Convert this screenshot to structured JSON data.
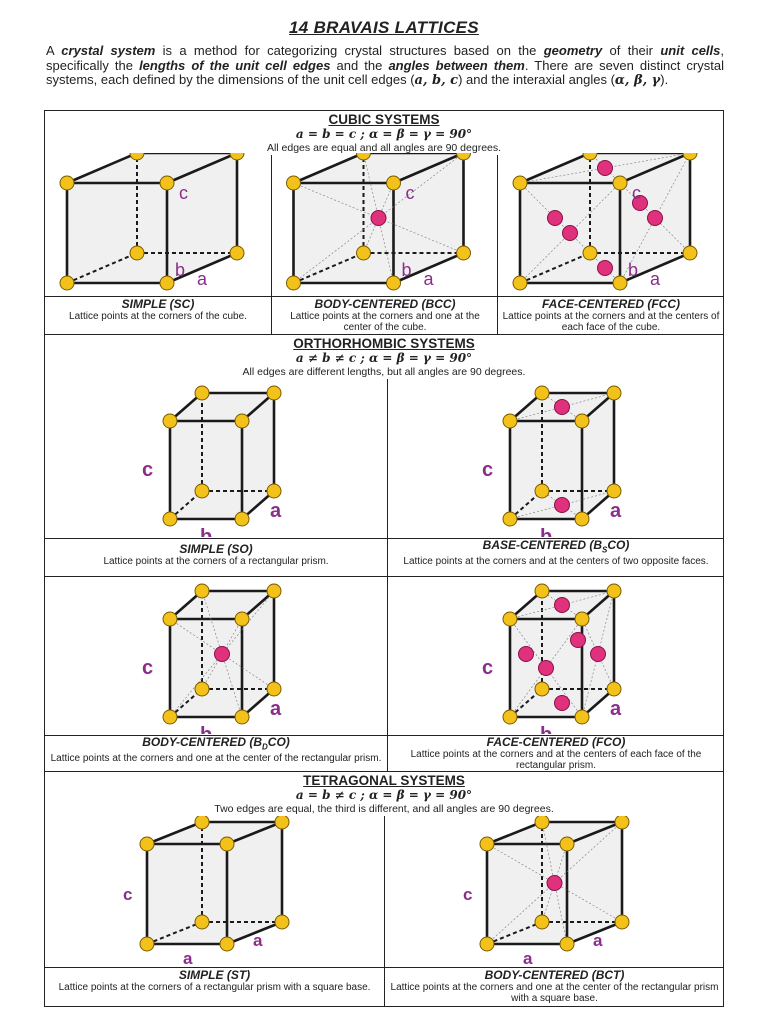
{
  "title": "14 BRAVAIS LATTICES",
  "intro": {
    "t1": "A ",
    "b1": "crystal system",
    "t2": " is a method for categorizing crystal structures based on the ",
    "b2": "geometry",
    "t3": " of their ",
    "b3": "unit cells",
    "t4": ", specifically the ",
    "b4": "lengths of the unit cell edges",
    "t5": " and the ",
    "b5": "angles between them",
    "t6": ". There are seven distinct crystal systems, each defined by the dimensions of the unit cell edges (",
    "m1": "a, b, c",
    "t7": ") and the interaxial angles (",
    "m2": "α, β, γ",
    "t8": ")."
  },
  "cubic": {
    "heading": "CUBIC SYSTEMS",
    "formula": "a = b = c ;  α = β = γ = 90°",
    "description": "All edges are equal and all angles are 90 degrees.",
    "cells": [
      {
        "name": "SIMPLE (SC)",
        "desc": "Lattice points at the corners of the cube."
      },
      {
        "name": "BODY-CENTERED (BCC)",
        "desc": "Lattice points at the corners and one at the center of the cube."
      },
      {
        "name": "FACE-CENTERED (FCC)",
        "desc": "Lattice points at the corners and at the centers of each face of the cube."
      }
    ]
  },
  "orthorhombic": {
    "heading": "ORTHORHOMBIC SYSTEMS",
    "formula": "a ≠ b ≠ c ;  α = β = γ = 90°",
    "description": "All edges are different lengths, but all angles are 90 degrees.",
    "cells": [
      {
        "name": "SIMPLE (SO)",
        "desc": "Lattice points at the corners of a rectangular prism."
      },
      {
        "name": "BASE-CENTERED (BSCO)",
        "desc": "Lattice points at the corners and at the centers of two opposite faces."
      },
      {
        "name": "BODY-CENTERED (BDCO)",
        "desc": "Lattice points at the corners and one at the center of the rectangular prism."
      },
      {
        "name": "FACE-CENTERED (FCO)",
        "desc": "Lattice points at the corners and at the centers of each face of the rectangular prism."
      }
    ]
  },
  "tetragonal": {
    "heading": "TETRAGONAL SYSTEMS",
    "formula": "a = b ≠ c ;  α = β = γ = 90°",
    "description": "Two edges are equal, the third is different, and all angles are 90 degrees.",
    "cells": [
      {
        "name": "SIMPLE (ST)",
        "desc": "Lattice points at the corners of a rectangular prism with a square base."
      },
      {
        "name": "BODY-CENTERED (BCT)",
        "desc": "Lattice points at the corners and one at the center of the rectangular prism with a square base."
      }
    ]
  },
  "axis_labels": {
    "a": "a",
    "b": "b",
    "c": "c"
  },
  "colors": {
    "corner": "#f2c21b",
    "center": "#e0317d",
    "edge": "#1a1a1a",
    "face": "#e4e4e4",
    "label": "#8b2d8b"
  }
}
